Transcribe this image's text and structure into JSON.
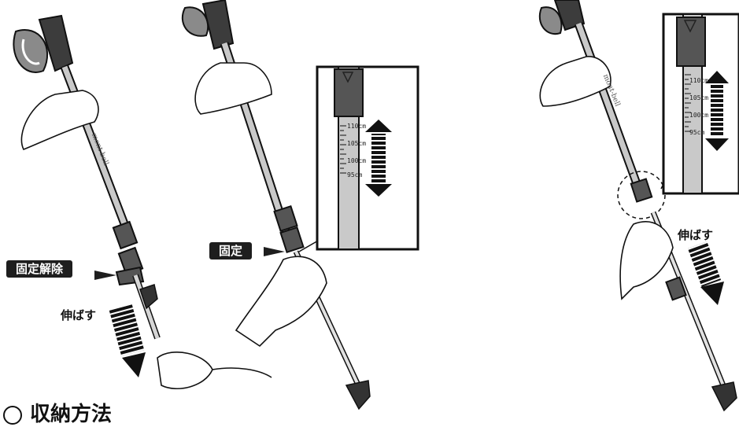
{
  "labels": {
    "unlock": "固定解除",
    "lock": "固定",
    "extend": "伸ばす"
  },
  "scale": {
    "ticks": [
      "110cm",
      "105cm",
      "100cm",
      "95cm"
    ]
  },
  "brand": "mont-bell",
  "heading": "収納方法",
  "colors": {
    "label_bg": "#1e1e1e",
    "shaft": "#c9c9c9",
    "grip": "#3c3c3c",
    "strap": "#8a8a8a"
  }
}
